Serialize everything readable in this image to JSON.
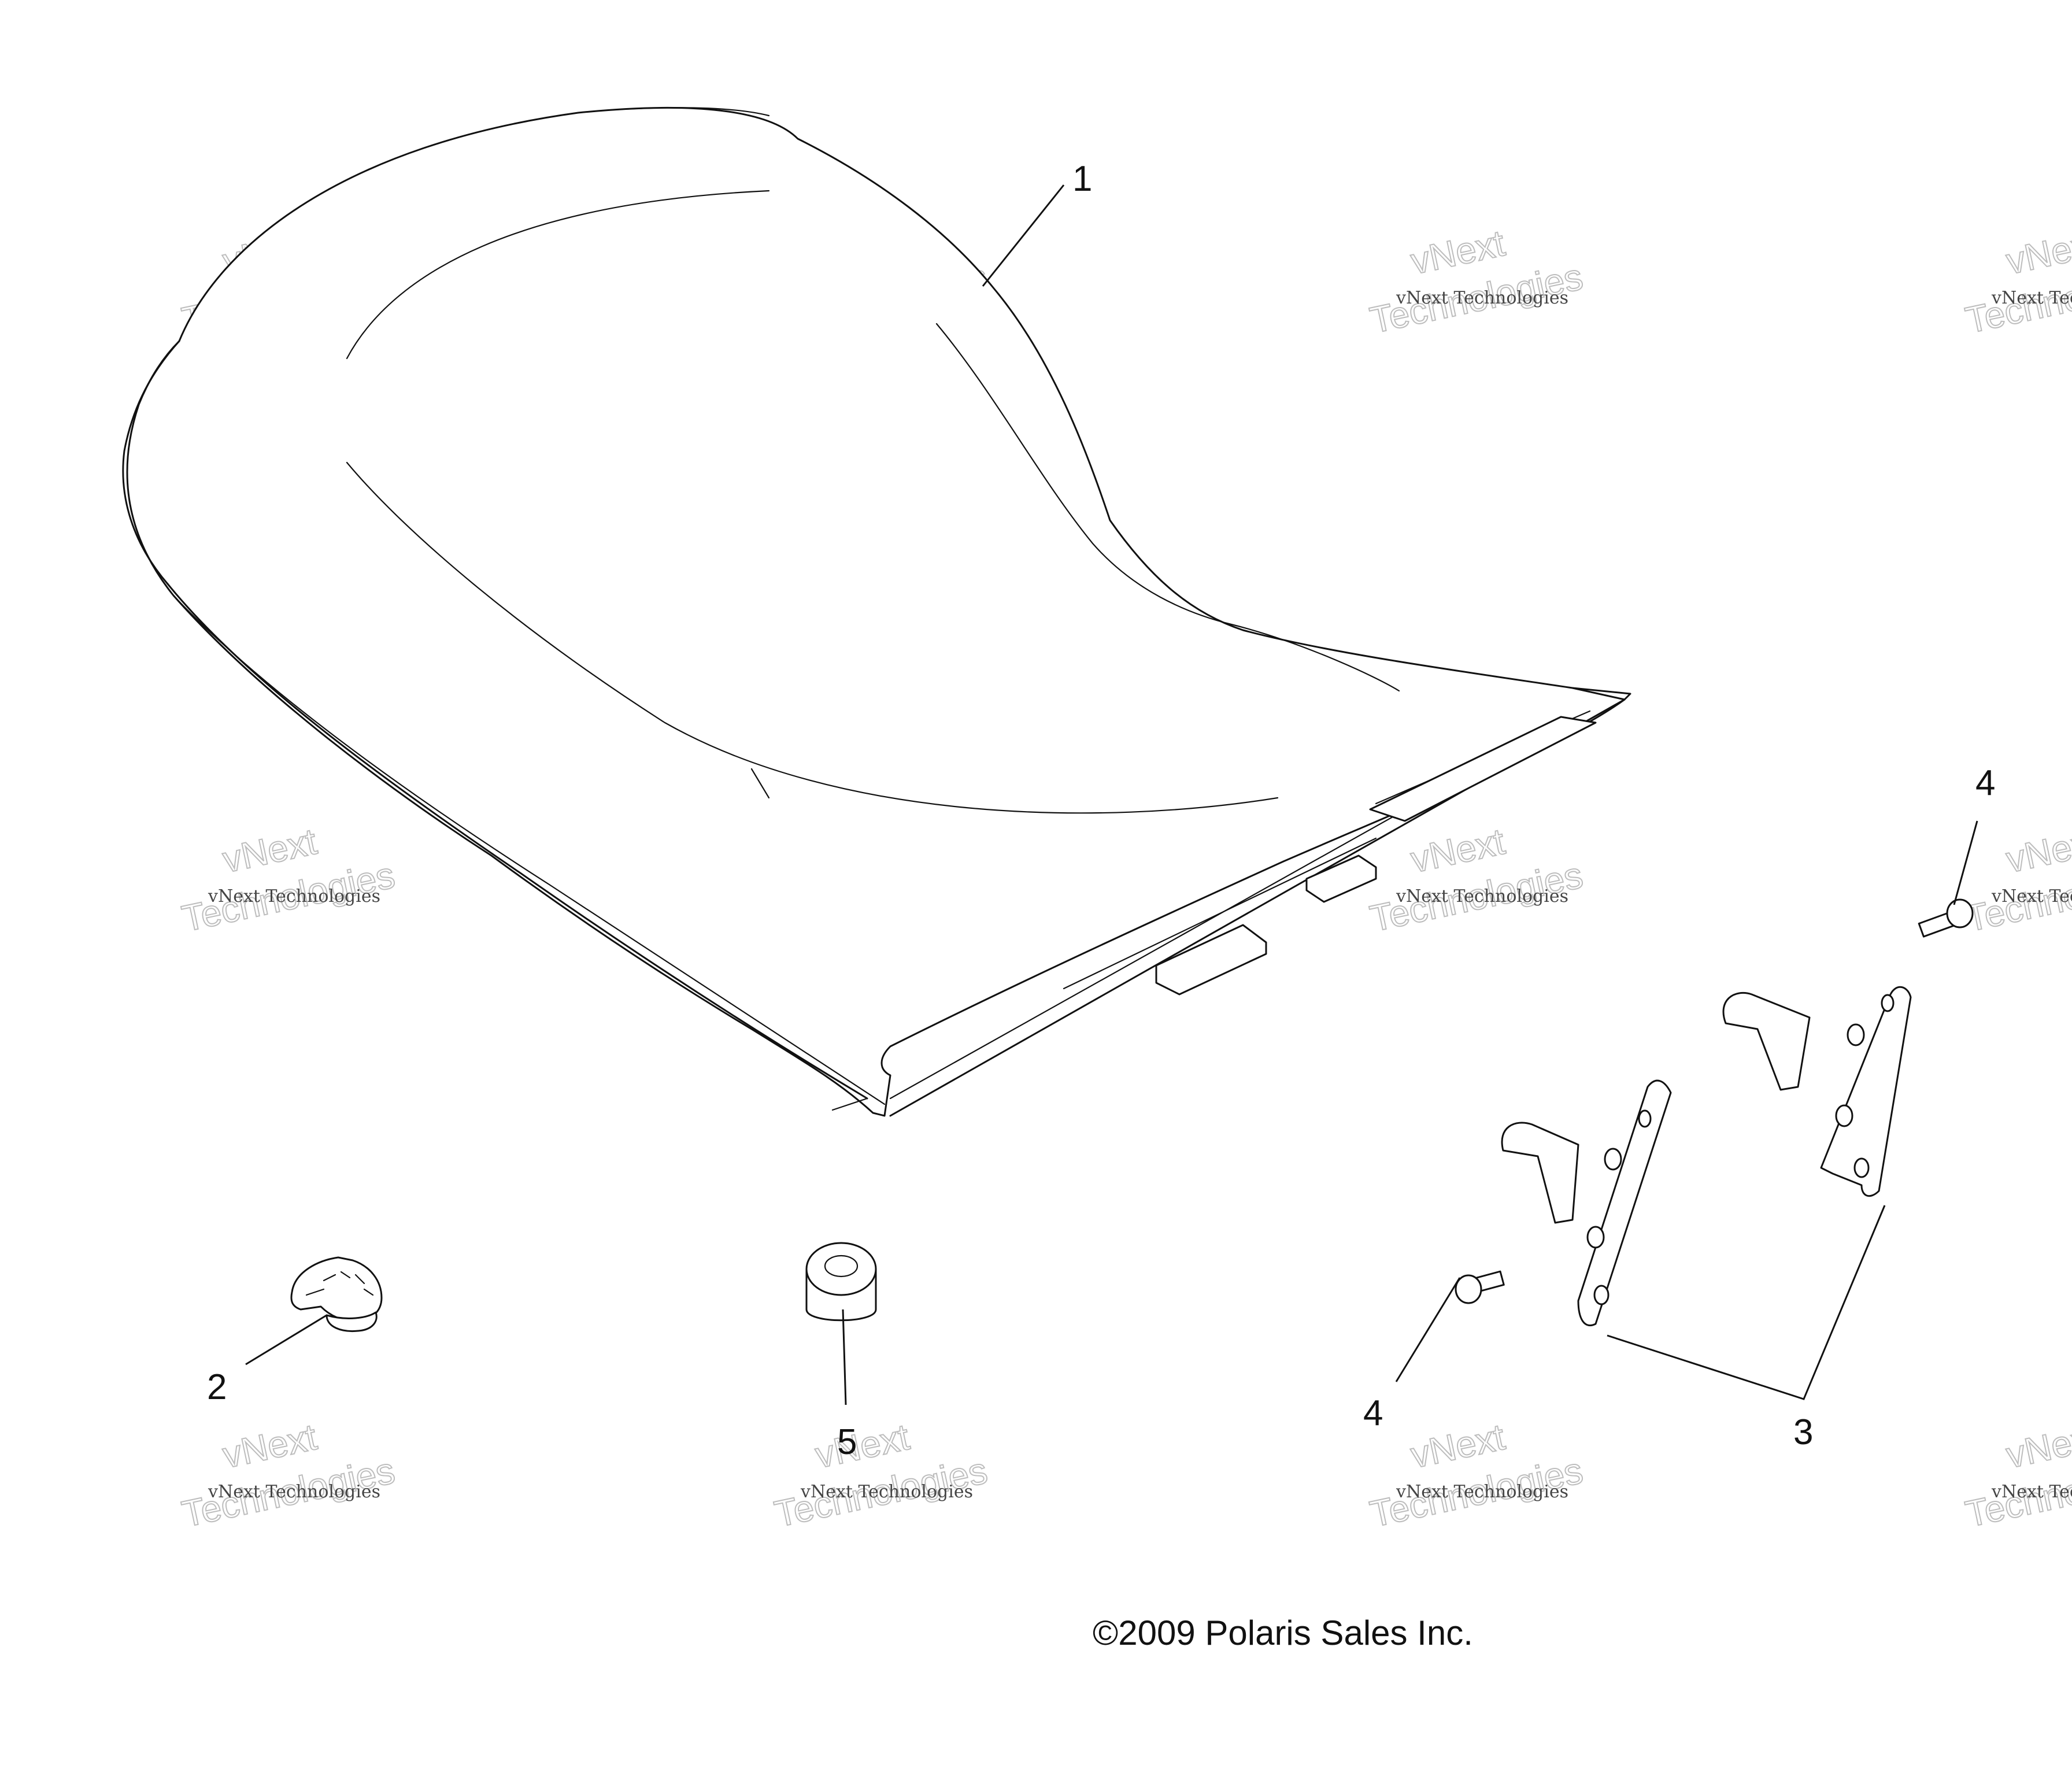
{
  "diagram": {
    "callouts": [
      {
        "id": "1",
        "label": "1"
      },
      {
        "id": "2",
        "label": "2"
      },
      {
        "id": "3",
        "label": "3"
      },
      {
        "id": "4a",
        "label": "4"
      },
      {
        "id": "4b",
        "label": "4"
      },
      {
        "id": "5",
        "label": "5"
      }
    ],
    "copyright": "©2009 Polaris Sales Inc.",
    "watermark": {
      "small": "vNext Technologies",
      "big_top": "vNext",
      "big_bottom": "Technologies"
    }
  }
}
